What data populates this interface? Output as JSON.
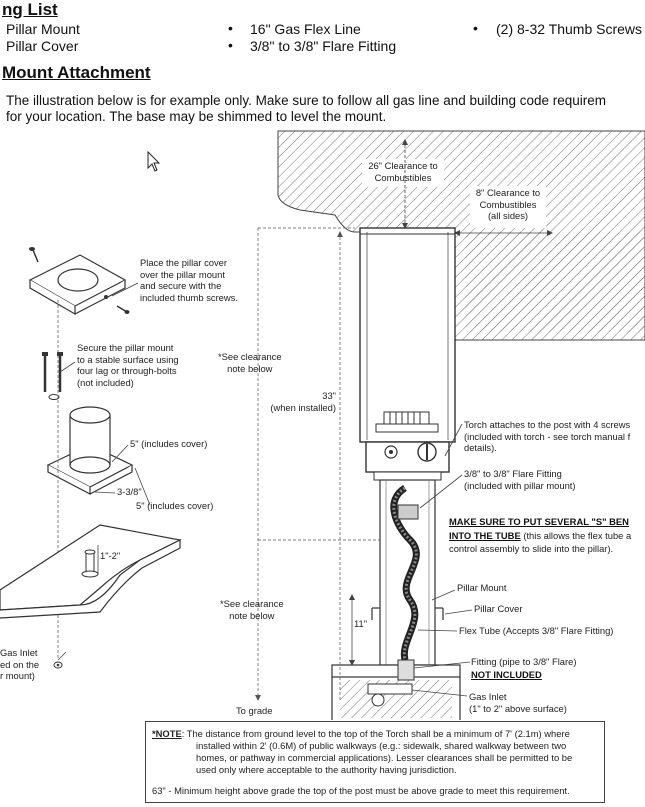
{
  "packing_list": {
    "heading": "ng List",
    "col1": [
      "Pillar Mount",
      "Pillar Cover"
    ],
    "col2": [
      "16\" Gas Flex Line",
      "3/8\" to 3/8\" Flare Fitting"
    ],
    "col3": [
      "(2) 8-32 Thumb Screws"
    ],
    "bullet": "•"
  },
  "section": {
    "heading": "Mount Attachment",
    "intro_line1": "The illustration below is for example only.  Make sure to follow all gas line and building code requirem",
    "intro_line2": "for your location.  The base may be shimmed to level the mount."
  },
  "left_notes": {
    "place_cover": [
      "Place the pillar cover",
      "over the pillar mount",
      "and secure with the",
      "included thumb screws."
    ],
    "secure_mount": [
      "Secure the pillar mount",
      "to a stable surface using",
      "four lag or through-bolts",
      "(not included)"
    ],
    "dim_5_cover_a": "5\" (includes cover)",
    "dim_338": "3-3/8\"",
    "dim_5_cover_b": "5\" (includes cover)",
    "dim_1_2": "1\"-2\"",
    "gas_inlet_partial": [
      "Gas Inlet",
      "ed on the",
      "r mount)"
    ]
  },
  "center_notes": {
    "clearance_note_1": [
      "*See clearance",
      "note below"
    ],
    "height_33": [
      "33\"",
      "(when installed)"
    ],
    "clearance_note_2": [
      "*See clearance",
      "note below"
    ],
    "dim_11": "11\"",
    "to_grade": "To grade",
    "clearance_26": [
      "26\" Clearance to",
      "Combustibles"
    ],
    "clearance_8": [
      "8\" Clearance to",
      "Combustibles",
      "(all sides)"
    ]
  },
  "right_notes": {
    "torch_attaches": [
      "Torch attaches to the post with 4 screws",
      "(included with torch - see torch manual f",
      "details)."
    ],
    "flare_fitting": [
      "3/8\" to 3/8\" Flare Fitting",
      "(included with pillar mount)"
    ],
    "make_sure": "MAKE SURE TO PUT SEVERAL \"S\" BEN",
    "into_tube": "INTO THE TUBE",
    "into_tube_rest": " (this allows the flex tube a",
    "control_line": "control assembly to slide into the pillar).",
    "pillar_mount": "Pillar Mount",
    "pillar_cover": "Pillar Cover",
    "flex_tube": "Flex Tube (Accepts 3/8\" Flare Fitting)",
    "fitting": "Fitting (pipe to 3/8\" Flare)",
    "not_included": "NOT INCLUDED",
    "gas_inlet": [
      "Gas Inlet",
      "(1\" to 2\" above surface)"
    ]
  },
  "note_box": {
    "note_label": "*NOTE",
    "note_text_1": ":  The distance from ground level to the top of the Torch shall be a minimum of 7' (2.1m) where",
    "note_text_2": "installed within 2' (0.6M) of public walkways (e.g.: sidewalk, shared walkway between two",
    "note_text_3": "homes, or pathway in commercial applications).  Lesser clearances shall be permitted to be",
    "note_text_4": "used only where acceptable to the authority having jurisdiction.",
    "footer": "63\" - Minimum height above grade the top of the post must be above grade to meet this requirement."
  }
}
